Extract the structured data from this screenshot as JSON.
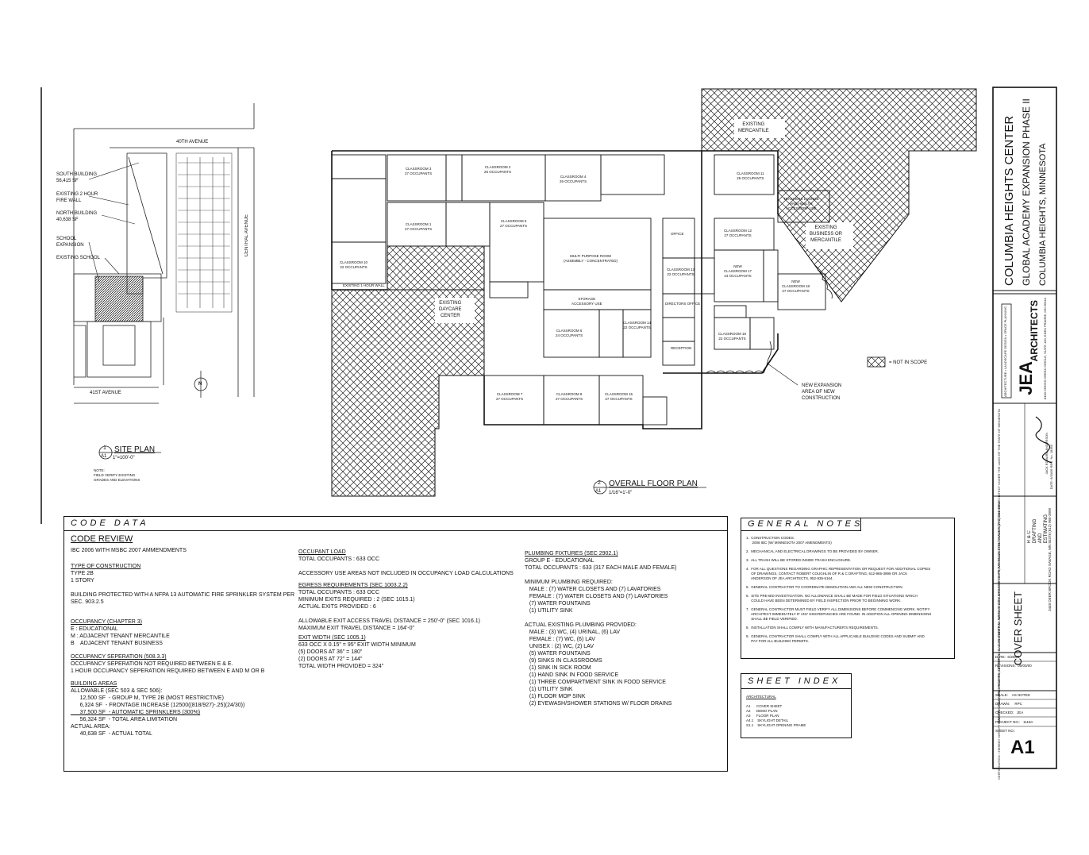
{
  "site_plan": {
    "labels": {
      "avenue_40th": "40TH AVENUE",
      "avenue_41st": "41ST AVENUE",
      "central_avenue": "CENTRAL AVENUE",
      "south_building": "SOUTH BUILDING\n56,415 SF",
      "fire_wall": "EXISTING 2 HOUR\nFIRE WALL",
      "north_building": "NORTH BUILDING\n40,638 SF",
      "school_expansion": "SCHOOL\nEXPANSION",
      "existing_school": "EXISTING SCHOOL",
      "north": "N"
    },
    "title": "SITE PLAN",
    "detail_number": "1",
    "sheet_ref": "A1",
    "scale": "1\"=100'-0\"",
    "note": "NOTE:\nFIELD VERIFY EXISTING\nGRADES AND ELEVATIONS"
  },
  "floor_plan": {
    "title": "OVERALL FLOOR PLAN",
    "detail_number": "2",
    "sheet_ref": "A1",
    "scale": "1/16\"=1'-0\"",
    "labels": {
      "existing_mercantile": "EXISTING\nMERCANTILE",
      "existing_business": "EXISTING\nBUSINESS OR\nMERCANTILE",
      "existing_daycare": "EXISTING\nDAYCARE\nCENTER",
      "new_expansion": "NEW EXPANSION\nAREA OF NEW\nCONSTRUCTION",
      "existing_fire_wall": "EXISTING 1 HOUR WALL"
    },
    "legend": "= NOT IN SCOPE",
    "rooms": [
      "CLASSROOM 3\n27 OCCUPANTS",
      "CLASSROOM 2\n26 OCCUPANTS",
      "CLASSROOM 4\n26 OCCUPANTS",
      "CLASSROOM 1\n27 OCCUPANTS",
      "CLASSROOM 5\n27 OCCUPANTS",
      "MULTI PURPOSE ROOM\n(ASSEMBLY - CONCENTRATED)",
      "STORAGE\nACCESSORY USE",
      "CLASSROOM 6\n24 OCCUPANTS",
      "CLASSROOM 14\n22 OCCUPANTS",
      "CLASSROOM 7\n27 OCCUPANTS",
      "CLASSROOM 8\n27 OCCUPANTS",
      "CLASSROOM 15\n27 OCCUPANTS",
      "CLASSROOM 11\n25 OCCUPANTS",
      "TEACHERS LOUNGE\nAND HEALTH\nACCESSORY USE",
      "CLASSROOM 12\n27 OCCUPANTS",
      "NEW\nCLASSROOM 17\n24 OCCUPANTS",
      "NEW\nCLASSROOM 18\n27 OCCUPANTS",
      "CLASSROOM 13\n22 OCCUPANTS",
      "CLASSROOM 16\n22 OCCUPANTS",
      "CLASSROOM 10\n22 OCCUPANTS",
      "OFFICE",
      "RECEPTION",
      "DIRECTORS OFFICE"
    ]
  },
  "code_data": {
    "header": "CODE DATA",
    "review_title": "CODE REVIEW",
    "ibc": "IBC 2006 WITH MSBC 2007 AMMENDMENTS",
    "construction_title": "TYPE OF CONSTRUCTION",
    "construction_body": "TYPE 2B\n1 STORY\n\nBUILDING PROTECTED WITH A NFPA 13 AUTOMATIC FIRE SPRINKLER SYSTEM PER\nSEC. 903.2.5",
    "occupancy_title": "OCCUPANCY (CHAPTER 3)",
    "occupancy_body": "E : EDUCATIONAL\nM : ADJACENT TENANT MERCANTILE\nB    ADJACENT TENANT BUSINESS",
    "separation_title": "OCCUPANCY SEPERATION (508.3.3)",
    "separation_body": "OCCUPANCY SEPERATION NOT REQUIRED BETWEEN E & E.\n1 HOUR OCCUPANCY SEPERATION REQUIRED BETWEEN E AND M OR B",
    "areas_title": "BUILDING AREAS",
    "areas_body_1": "ALLOWABLE (SEC 503 & SEC 506):\n      12,500 SF  - GROUP M, TYPE 2B (MOST RESTRICTIVE)\n      6,324 SF  - FRONTAGE INCREASE (12500((818/927)-.25)(24/30))",
    "areas_body_2": "      37,500 SF  - AUTOMATIC SPRINKLERS (300%)",
    "areas_body_3": "      56,324 SF  - TOTAL AREA LIMITATION\nACTUAL AREA:\n      40,638 SF  - ACTUAL TOTAL",
    "occ_load_title": "OCCUPANT LOAD",
    "occ_load_body": "TOTAL OCCUPANTS : 633 OCC\n\nACCESSORY USE AREAS NOT INCLUDED IN OCCUPANCY LOAD CALCULATIONS",
    "egress_title": "EGRESS REQUIREMENTS (SEC 1003.2.2)",
    "egress_body": "TOTAL OCCUPANTS : 633 OCC\nMINIMUM EXITS REQUIRED : 2 (SEC 1015.1)\nACTUAL EXITS PROVIDED : 6\n\nALLOWABLE EXIT ACCESS TRAVEL DISTANCE = 250'-0\" (SEC 1016.1)\nMAXIMUM EXIT TRAVEL DISTANCE = 164'-0\"",
    "exit_title": "EXIT WIDTH (SEC 1005.1)",
    "exit_body": "633 OCC X 0.15\" = 95\" EXIT WIDTH MINIMUM\n(5) DOORS AT 36\" = 180\"\n(2) DOORS AT 72\" = 144\"\nTOTAL WIDTH PROVIDED = 324\"",
    "plumbing_title": "PLUMBING FIXTURES (SEC 2902.1)",
    "plumbing_body": "GROUP E - EDUCATIONAL\nTOTAL OCCUPANTS : 633 (317 EACH MALE AND FEMALE)\n\nMINIMUM PLUMBING REQUIRED:\n   MALE : (7) WATER CLOSETS AND (7) LAVATORIES\n   FEMALE : (7) WATER CLOSETS AND (7) LAVATORIES\n   (7) WATER FOUNTAINS\n   (1) UTILITY SINK\n\nACTUAL EXISTING PLUMBING PROVIDED:\n   MALE : (3) WC, (4) URINAL, (6) LAV\n   FEMALE : (7) WC, (6) LAV\n   UNISEX : (2) WC, (2) LAV\n   (5) WATER FOUNTAINS\n   (9) SINKS IN CLASSROOMS\n   (1) SINK IN SICK ROOM\n   (1) HAND SINK IN FOOD SERVICE\n   (1) THREE COMPARTMENT SINK IN FOOD SERVICE\n   (1) UTILITY SINK\n   (1) FLOOR MOP SINK\n   (2) EYEWASH/SHOWER STATIONS W/ FLOOR DRAINS"
  },
  "general_notes": {
    "header": "GENERAL NOTES",
    "items": [
      "1.  CONSTRUCTION CODES:\n      2006 IBC (W/ MINNESOTA 2007 AMENDMENTS)",
      "2.  MECHANICAL AND ELECTRICAL DRAWINGS TO BE PROVIDED BY OWNER.",
      "3.  ALL TRASH WILL BE STORED INSIDE TRASH ENCLOSURE.",
      "4.  FOR ALL QUESTIONS REGARDING GRAPHIC REPRESENTATION OR REQUEST FOR ADDITIONAL COPIES\n     OF DRAWINGS, CONTACT ROBERT COUGHLIN OF R & C DRAFTING, 612-965-3999 OR JACK\n     ANDERSON OF JEA ARCHITECTS, 952-935-5164.",
      "5.  GENERAL CONTRACTOR TO COORDINATE DEMOLITION AND ALL NEW CONSTRUCTION.",
      "6.  SITE PRE-BID INVESTIGATION. NO ALLOWANCE SHALL BE MADE FOR FIELD SITUATIONS WHICH\n     COULD HAVE BEEN DETERMINED BY FIELD INSPECTION PRIOR TO BEGINNING WORK.",
      "7.  GENERAL CONTRACTOR MUST FIELD VERIFY ALL DIMENSIONS BEFORE COMMENCING WORK. NOTIFY\n     ARCHITECT IMMEDIATELY IF ANY DISCREPANCIES ARE FOUND. IN ADDITION ALL OPENING DIMENSIONS\n     SHALL BE FIELD VERIFIED.",
      "8.  INSTALLATION SHALL COMPLY WITH MANUFACTURER'S REQUIREMENTS.",
      "9.  GENERAL CONTRACTOR SHALL COMPLY WITH ALL APPLICABLE BUILDING CODES AND SUBMIT AND\n     PAY FOR ALL BUILDING PERMITS."
    ]
  },
  "sheet_index": {
    "header": "SHEET INDEX",
    "sub": "ARCHITECTURAL",
    "items": [
      "A1      COVER SHEET",
      "A2      DEMO PLAN",
      "A3      FLOOR PLAN",
      "A4.1    SKYLIGHT DETAIL",
      "S1.1    SKYLIGHT OPENING FRAME"
    ]
  },
  "title_block": {
    "project_line_1": "COLUMBIA HEIGHTS CENTER",
    "project_line_2": "GLOBAL ACADEMY EXPANSION PHASE II",
    "project_line_3": "COLUMBIA HEIGHTS, MINNESOTA",
    "firm": "ARCHITECTS",
    "firm_logo": "JEA",
    "firm_tag": "ARCHITECTURE • LANDSCAPE DESIGN • SPACE PLANNING",
    "firm_address": "8400 CROSS CREEK CIRCLE, SUITE 100, EDEN PRAIRIE, MN 55344",
    "certification": "CERTIFICATION:\nI HEREBY CERTIFY THAT THIS PLAN, SPECIFICATION,\nOR REPORT WAS PREPARED BY ME OR UNDER MY DIRECT\nSUPERVISION AND THAT I AM A DULY LICENSED\nARCHITECT UNDER THE LAWS OF THE\nSTATE OF MINNESOTA",
    "signer": "JACK EDWARD ANDERSON",
    "signer_date": "DATE: 6/30/09        REG. No. 18350",
    "owner": "OWNER:\nCOLUMBIA HEIGHTS CENTER, LLC.\n4141 CENTRAL AVENUE\nCOLUMBIA HEIGHTS, MN 55421\nBOB GRAVES (763) 544-1665",
    "drafting": "R & C\nDRAFTING\nAND\nESTIMATING",
    "drafting_address": "3440 DEER BROOK ROAD\nSAVAGE, MN 55378\n(612) 965-3999",
    "sheet_title": "COVER SHEET",
    "date": "DATE:  6/30/09",
    "revisions": "REVISIONS:  00/00/00",
    "scale": "SCALE:    AS NOTED",
    "drawn": "DRAWN:     RPC",
    "checked": "CHECKED:   JEA",
    "project_no": "PROJECT NO.:   1118A",
    "sheet_no_label": "SHEET NO.:",
    "sheet_no": "A1"
  }
}
